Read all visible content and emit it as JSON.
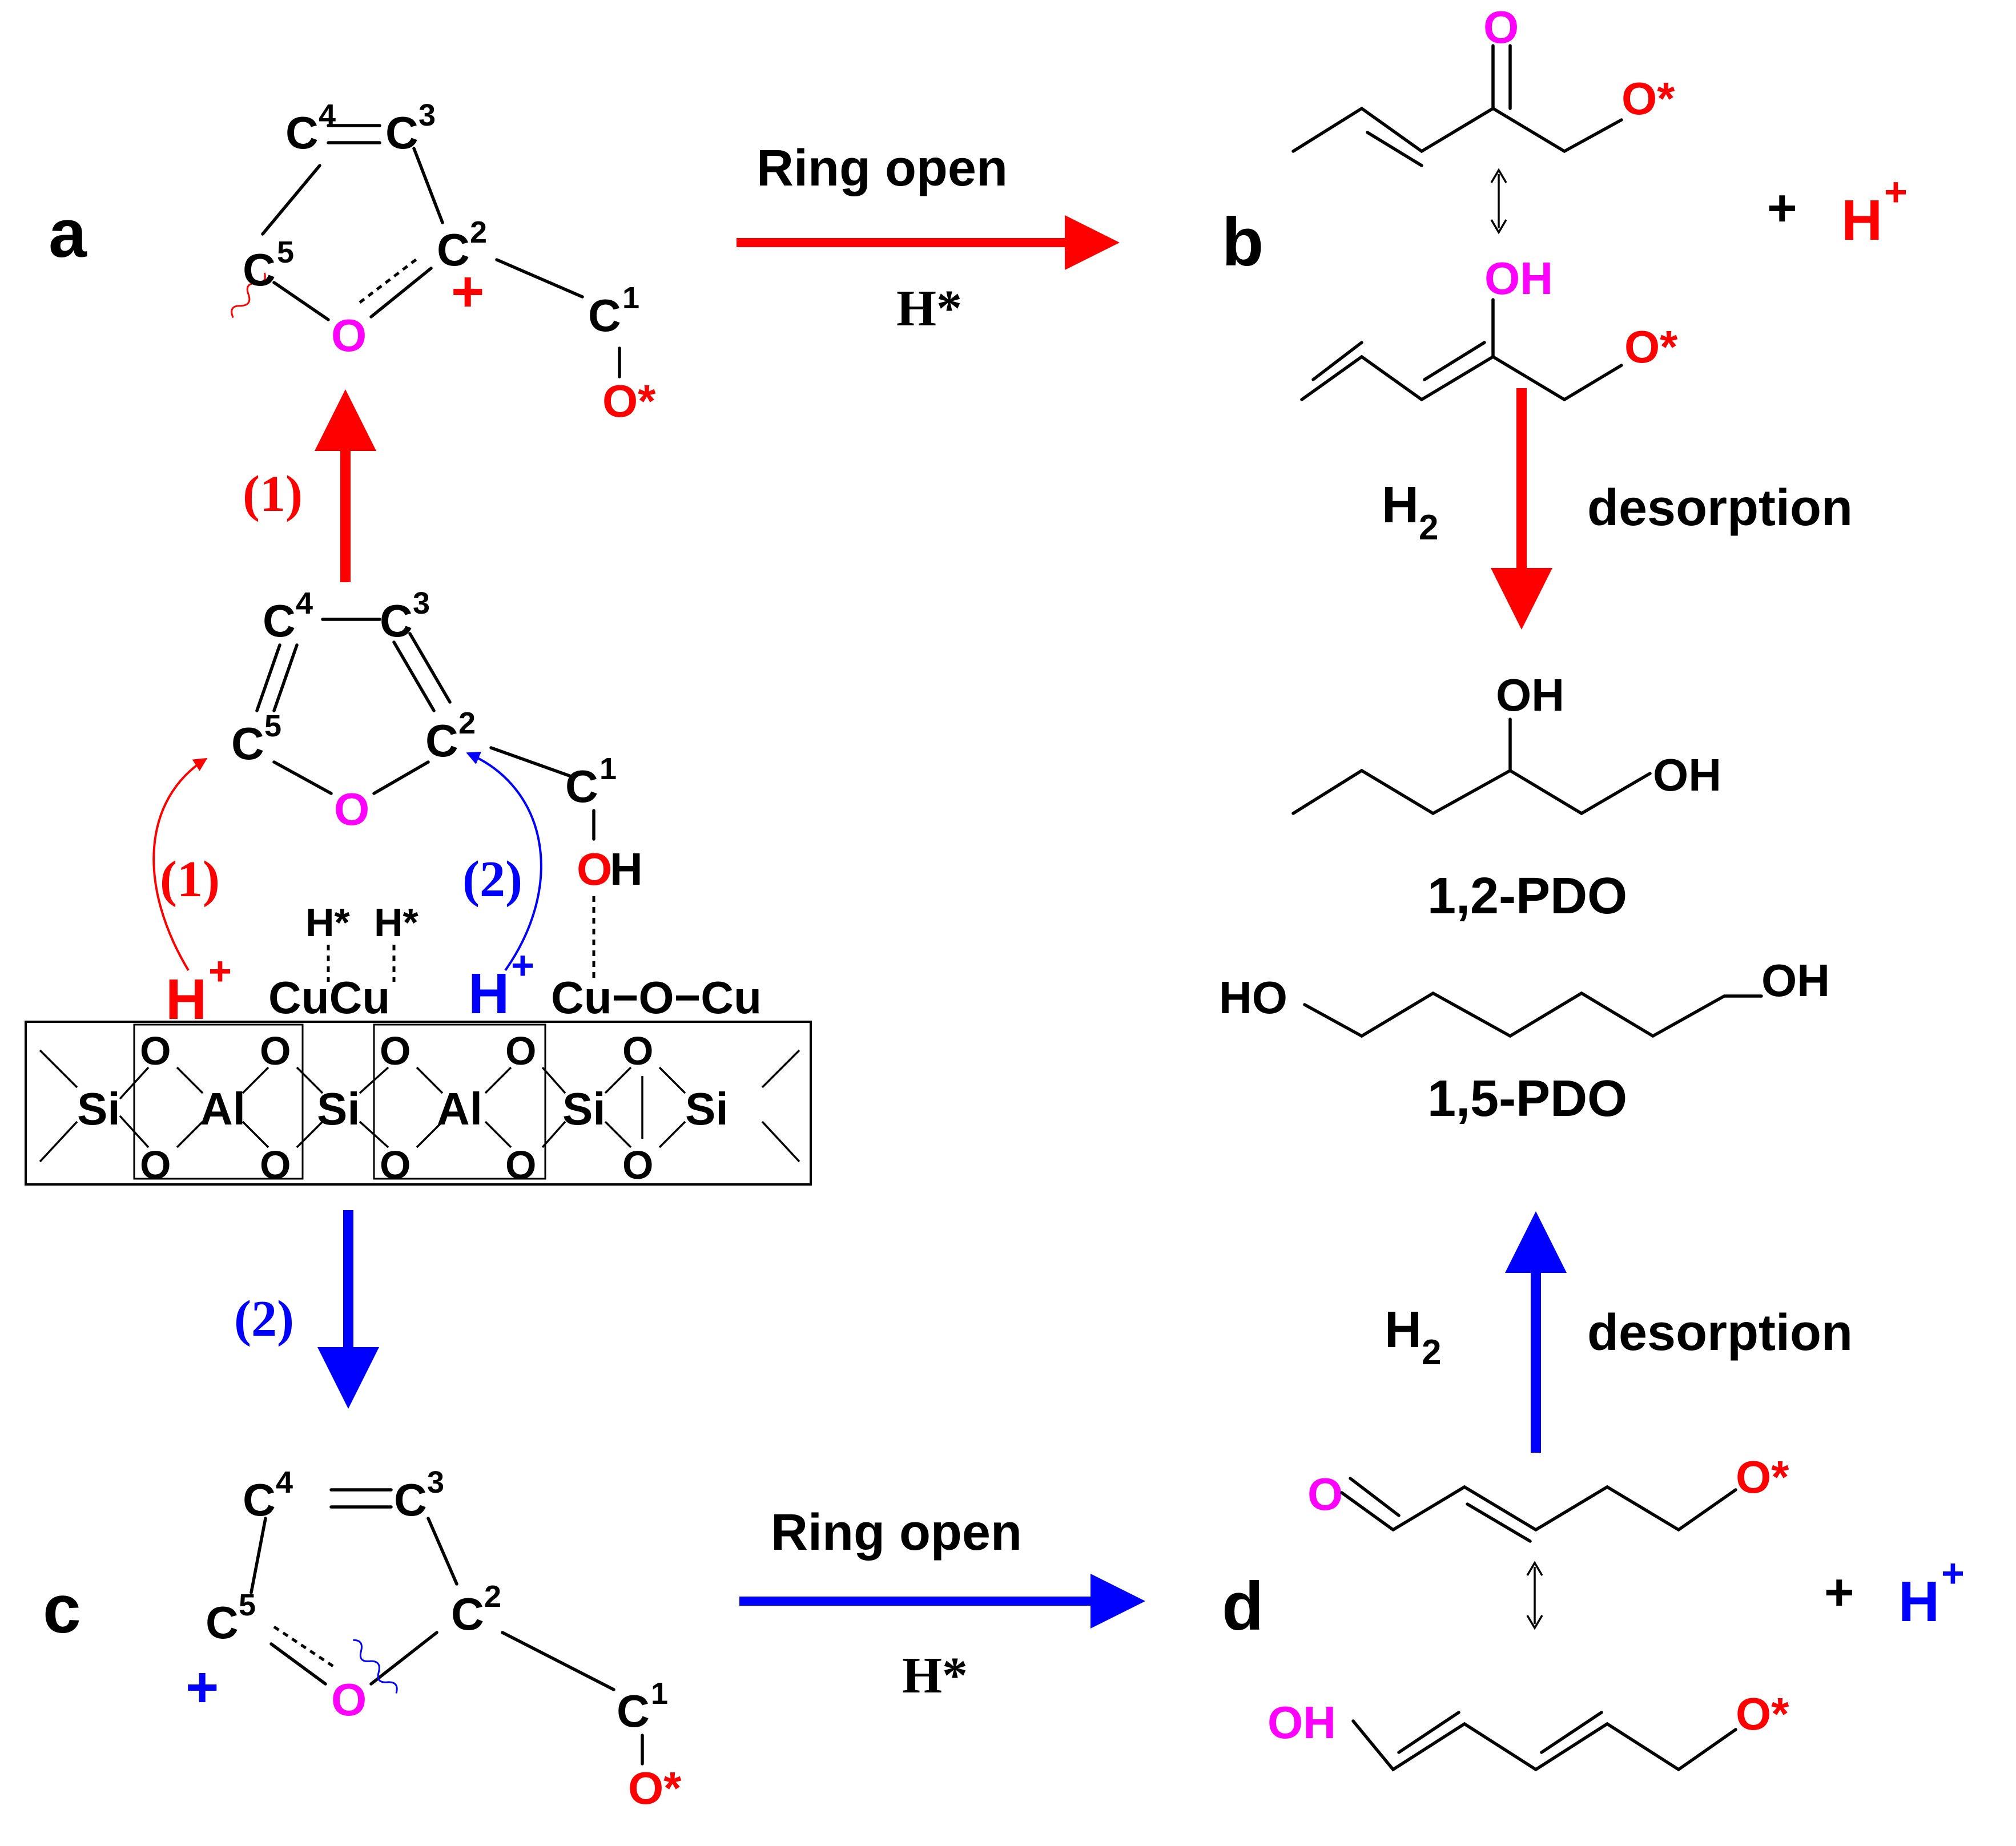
{
  "colors": {
    "black": "#000000",
    "red": "#ff0000",
    "blue": "#0000ff",
    "magenta": "#ff00ff"
  },
  "panels": {
    "a": "a",
    "b": "b",
    "c": "c",
    "d": "d"
  },
  "atoms": {
    "C": "C",
    "O": "O",
    "OH": "OH",
    "HO": "HO",
    "O_star": "O*",
    "Si": "Si",
    "Al": "Al",
    "Cu": "Cu",
    "CuCu": "CuCu",
    "H_star": "H*",
    "H": "H",
    "plus_sup": "+",
    "plus": "+"
  },
  "locants": {
    "c1": "1",
    "c2": "2",
    "c3": "3",
    "c4": "4",
    "c5": "5"
  },
  "arrows": {
    "top": {
      "label": "Ring  open",
      "sublabel": "H*",
      "color": "#ff0000"
    },
    "bottom": {
      "label": "Ring  open",
      "sublabel": "H*",
      "color": "#0000ff"
    },
    "path1": {
      "label": "(1)",
      "color": "#ff0000"
    },
    "path2": {
      "label": "(2)",
      "color": "#0000ff"
    },
    "right_down": {
      "left": "H",
      "left_sub": "2",
      "right": "desorption",
      "color": "#ff0000"
    },
    "right_up": {
      "left": "H",
      "left_sub": "2",
      "right": "desorption",
      "color": "#0000ff"
    }
  },
  "products": {
    "pdo12": "1,2-PDO",
    "pdo15": "1,5-PDO"
  },
  "surface": {
    "cu_o_cu": "Cu−O−Cu"
  },
  "plus_h": {
    "plus": "+",
    "h": "H",
    "sup": "+"
  }
}
